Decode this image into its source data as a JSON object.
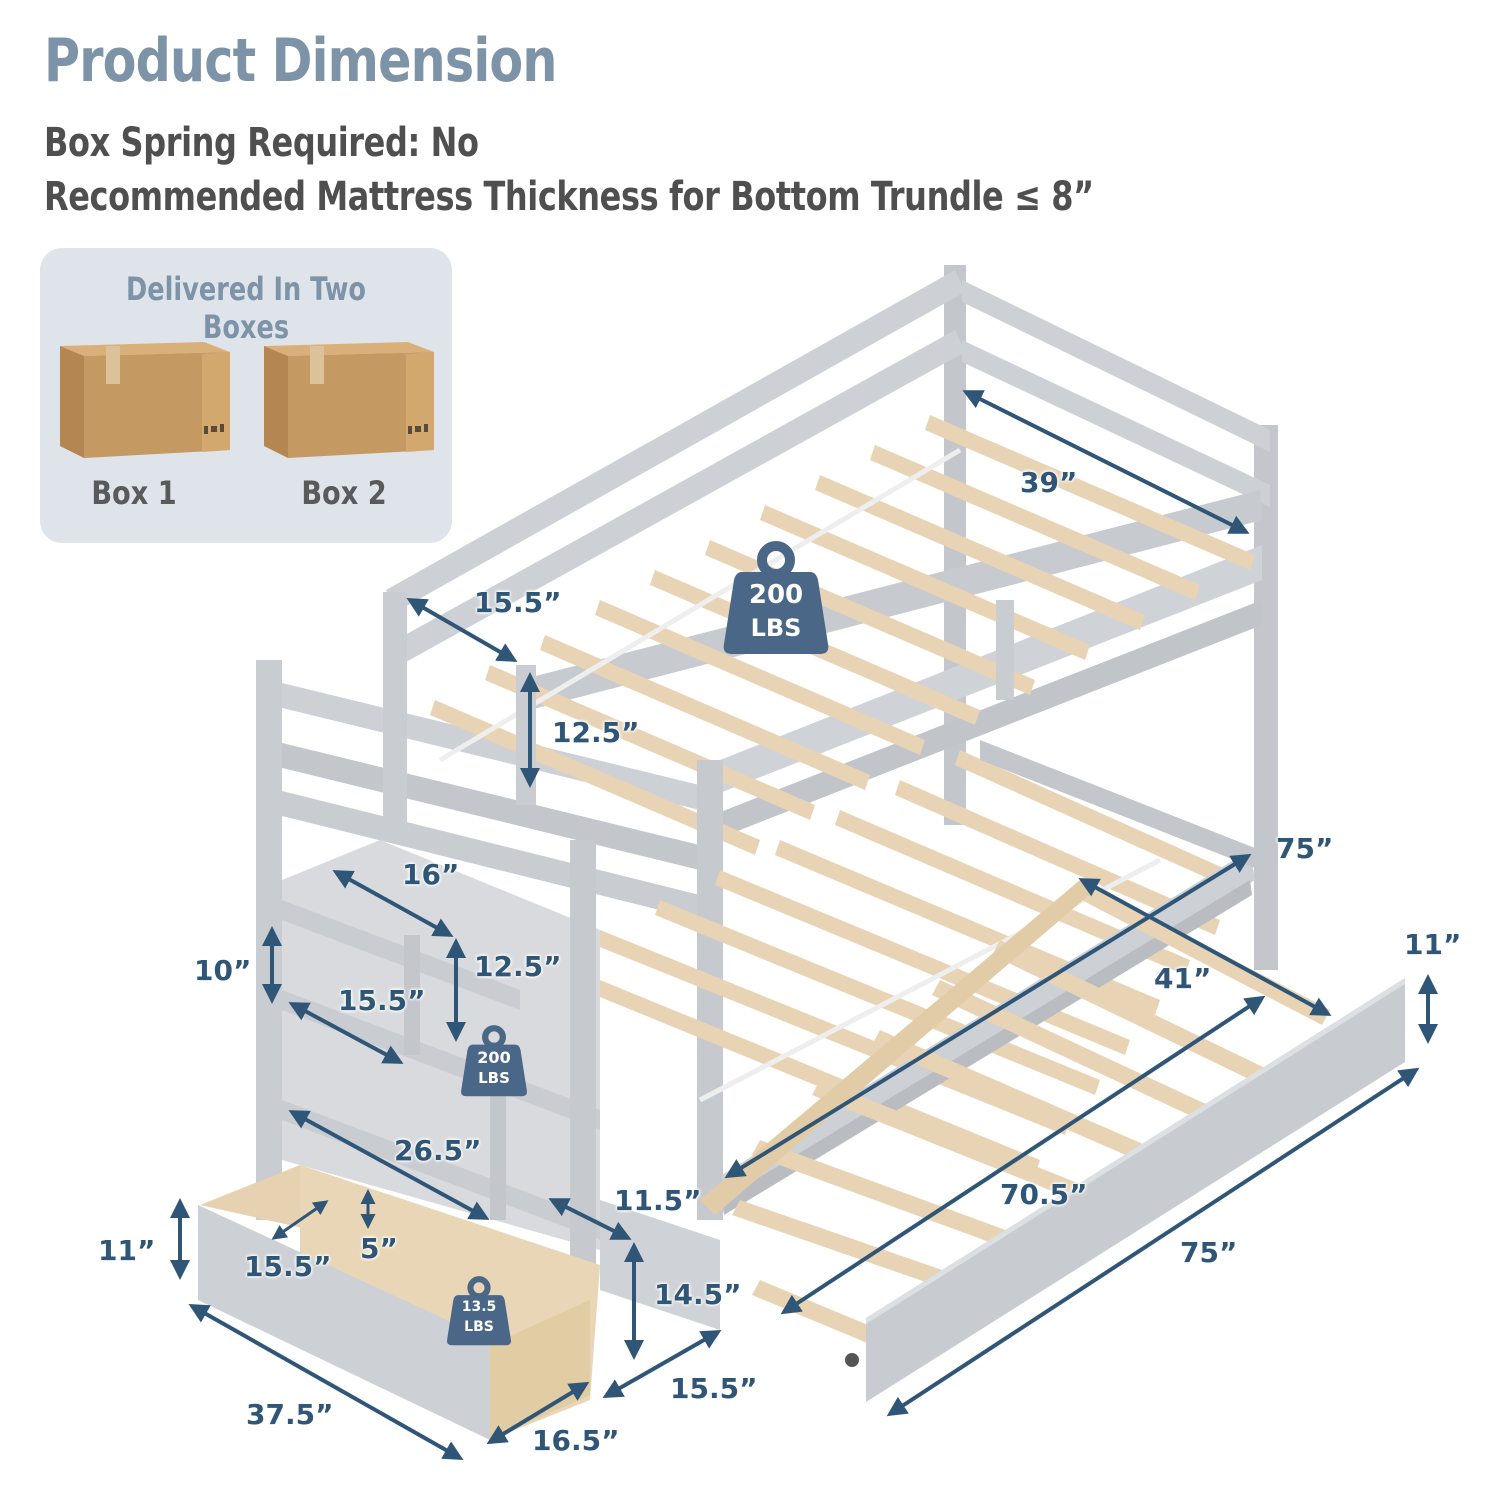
{
  "colors": {
    "title": "#7d93a8",
    "subtitle": "#4f4f4f",
    "panel_bg": "#dfe4ea",
    "panel_title": "#7d93a8",
    "box_label": "#5a5a5a",
    "dimension": "#2f5577",
    "weight_badge": "#4a6787",
    "frame": "#c9cbcf",
    "frame_dark": "#b3b6bb",
    "slat": "#e8d4b4",
    "cardboard": "#c49a62"
  },
  "header": {
    "title": "Product Dimension",
    "line1": "Box Spring Required: No",
    "line2": "Recommended Mattress Thickness for Bottom Trundle ≤ 8”"
  },
  "delivery": {
    "title": "Delivered In Two Boxes",
    "boxes": [
      {
        "label": "Box 1",
        "icon": "cardboard-box-icon"
      },
      {
        "label": "Box 2",
        "icon": "cardboard-box-icon"
      }
    ]
  },
  "dimensions": {
    "top_bunk_width": "39”",
    "ladder_opening": "15.5”",
    "guardrail_height": "12.5”",
    "overall_height": "75”",
    "bottom_bunk_width": "41”",
    "stair_top_width": "16”",
    "stair_step_height": "10”",
    "stair_cubby_height": "12.5”",
    "stair_cubby_width": "15.5”",
    "stair_lower_width": "26.5”",
    "stair_side_width": "11.5”",
    "stair_side_height": "14.5”",
    "drawer_height": "11”",
    "drawer_inner_depth": "15.5”",
    "drawer_inner_height": "5”",
    "drawer_length": "37.5”",
    "drawer_width": "16.5”",
    "stair_base_depth": "15.5”",
    "trundle_height": "11”",
    "trundle_inner_length": "70.5”",
    "trundle_length": "75”"
  },
  "weights": {
    "top_bunk": {
      "value": "200",
      "unit": "LBS"
    },
    "stairs": {
      "value": "200",
      "unit": "LBS"
    },
    "drawer": {
      "value": "13.5",
      "unit": "LBS"
    }
  }
}
